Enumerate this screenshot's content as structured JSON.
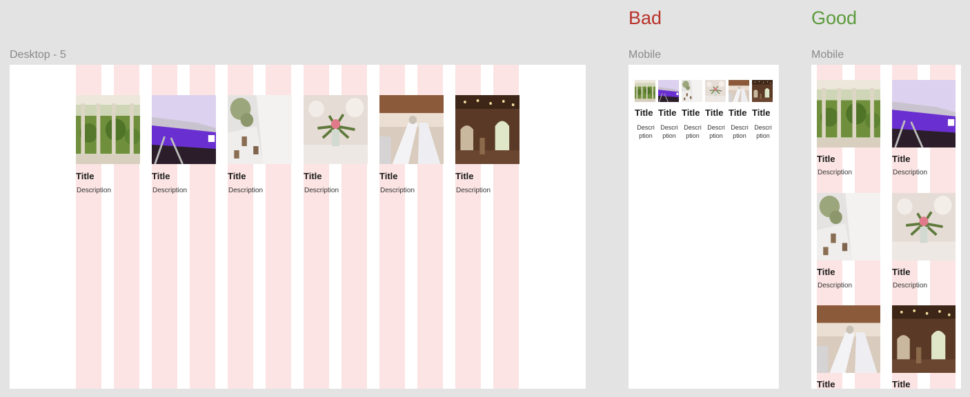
{
  "verdicts": {
    "bad": {
      "label": "Bad",
      "color": "#b83227"
    },
    "good": {
      "label": "Good",
      "color": "#5a9a3a"
    }
  },
  "frames": {
    "desktop": {
      "label": "Desktop - 5"
    },
    "bad_mobile": {
      "label": "Mobile"
    },
    "good_mobile": {
      "label": "Mobile"
    }
  },
  "layout_grid_color": "#fbe4e3",
  "cards": [
    {
      "title": "Title",
      "description": "Description",
      "image": "pergola-columns"
    },
    {
      "title": "Title",
      "description": "Description",
      "image": "purple-turnstile"
    },
    {
      "title": "Title",
      "description": "Description",
      "image": "olive-branch-table"
    },
    {
      "title": "Title",
      "description": "Description",
      "image": "flower-centerpiece"
    },
    {
      "title": "Title",
      "description": "Description",
      "image": "banquet-hall"
    },
    {
      "title": "Title",
      "description": "Description",
      "image": "arched-doorway-hall"
    }
  ],
  "good_mobile_cards": [
    {
      "title": "Title",
      "description": "Description",
      "image": "pergola-columns"
    },
    {
      "title": "Title",
      "description": "Description",
      "image": "purple-turnstile"
    },
    {
      "title": "Title",
      "description": "Description",
      "image": "olive-branch-table"
    },
    {
      "title": "Title",
      "description": "Description",
      "image": "flower-centerpiece"
    },
    {
      "title": "Title",
      "description": "",
      "image": "banquet-hall"
    },
    {
      "title": "Title",
      "description": "",
      "image": "arched-doorway-hall"
    }
  ]
}
